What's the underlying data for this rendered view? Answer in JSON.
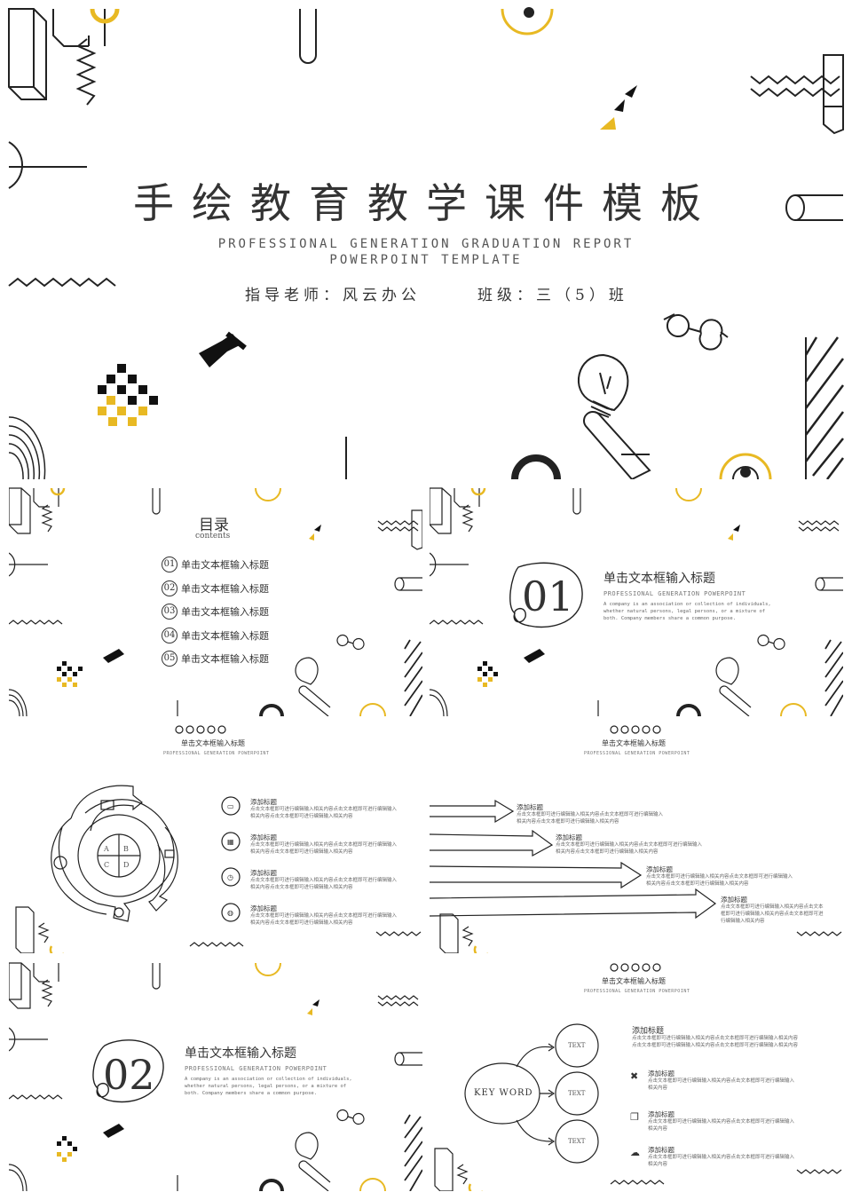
{
  "cover": {
    "title": "手绘教育教学课件模板",
    "subtitle_line1": "PROFESSIONAL GENERATION GRADUATION REPORT",
    "subtitle_line2": "POWERPOINT TEMPLATE",
    "teacher": "指导老师：风云办公",
    "class": "班级：三（5）班"
  },
  "toc": {
    "title": "目录",
    "subtitle": "contents",
    "items": [
      {
        "num": "01",
        "label": "单击文本框输入标题"
      },
      {
        "num": "02",
        "label": "单击文本框输入标题"
      },
      {
        "num": "03",
        "label": "单击文本框输入标题"
      },
      {
        "num": "04",
        "label": "单击文本框输入标题"
      },
      {
        "num": "05",
        "label": "单击文本框输入标题"
      }
    ]
  },
  "section1": {
    "num": "01",
    "title": "单击文本框输入标题",
    "subtitle": "PROFESSIONAL GENERATION POWERPOINT",
    "desc": "A company is an association or collection of individuals, whether natural persons, legal persons, or a mixture of both. Company members share a common purpose."
  },
  "section2": {
    "num": "02",
    "title": "单击文本框输入标题",
    "subtitle": "PROFESSIONAL GENERATION POWERPOINT",
    "desc": "A company is an association or collection of individuals, whether natural persons, legal persons, or a mixture of both. Company members share a common purpose."
  },
  "content_header": {
    "title": "单击文本框输入标题",
    "subtitle": "PROFESSIONAL GENERATION POWERPOINT"
  },
  "cycle_slide": {
    "quadrants": [
      "A",
      "B",
      "C",
      "D"
    ],
    "items": [
      {
        "icon": "image-icon",
        "title": "添加标题",
        "text": "点击文本框即可进行编辑输入相关内容点击文本框即可进行编辑输入相关内容点击文本框即可进行编辑输入相关内容"
      },
      {
        "icon": "calendar-icon",
        "title": "添加标题",
        "text": "点击文本框即可进行编辑输入相关内容点击文本框即可进行编辑输入相关内容点击文本框即可进行编辑输入相关内容"
      },
      {
        "icon": "clock-icon",
        "title": "添加标题",
        "text": "点击文本框即可进行编辑输入相关内容点击文本框即可进行编辑输入相关内容点击文本框即可进行编辑输入相关内容"
      },
      {
        "icon": "globe-icon",
        "title": "添加标题",
        "text": "点击文本框即可进行编辑输入相关内容点击文本框即可进行编辑输入相关内容点击文本框即可进行编辑输入相关内容"
      }
    ]
  },
  "arrow_slide": {
    "items": [
      {
        "title": "添加标题",
        "text": "点击文本框即可进行编辑输入相关内容点击文本框即可进行编辑输入相关内容点击文本框即可进行编辑输入相关内容"
      },
      {
        "title": "添加标题",
        "text": "点击文本框即可进行编辑输入相关内容点击文本框即可进行编辑输入相关内容点击文本框即可进行编辑输入相关内容"
      },
      {
        "title": "添加标题",
        "text": "点击文本框即可进行编辑输入相关内容点击文本框即可进行编辑输入相关内容点击文本框即可进行编辑输入相关内容"
      },
      {
        "title": "添加标题",
        "text": "点击文本框即可进行编辑输入相关内容点击文本框即可进行编辑输入相关内容点击文本框即可进行编辑输入相关内容"
      }
    ]
  },
  "keyword_slide": {
    "keyword": "KEY WORD",
    "circles": [
      "TEXT",
      "TEXT",
      "TEXT"
    ],
    "items": [
      {
        "icon": "",
        "title": "添加标题",
        "text": "点击文本框即可进行编辑输入相关内容点击文本框即可进行编辑输入相关内容点击文本框即可进行编辑输入相关内容点击文本框即可进行编辑输入相关内容"
      },
      {
        "icon": "tools-icon",
        "title": "添加标题",
        "text": "点击文本框即可进行编辑输入相关内容点击文本框即可进行编辑输入相关内容"
      },
      {
        "icon": "documents-icon",
        "title": "添加标题",
        "text": "点击文本框即可进行编辑输入相关内容点击文本框即可进行编辑输入相关内容"
      },
      {
        "icon": "cloud-icon",
        "title": "添加标题",
        "text": "点击文本框即可进行编辑输入相关内容点击文本框即可进行编辑输入相关内容"
      }
    ]
  },
  "colors": {
    "accent": "#e8b923",
    "ink": "#1a1a1a"
  }
}
